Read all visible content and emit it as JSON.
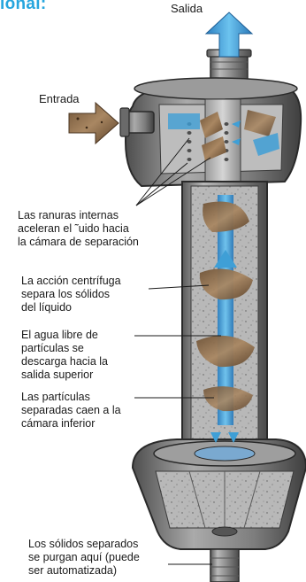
{
  "heading": "ional:",
  "labels": {
    "salida": "Salida",
    "entrada": "Entrada",
    "ranuras": [
      "Las ranuras internas",
      "aceleran el ˜uido hacia",
      "la cámara de separación"
    ],
    "centrifuga": [
      "La acción centrífuga",
      "separa los sólidos",
      "del líquido"
    ],
    "agua": [
      "El agua libre de",
      "partículas se",
      "descarga hacia la",
      "salida superior"
    ],
    "particulas": [
      "Las partículas",
      "separadas caen a la",
      "cámara inferior"
    ],
    "solidos": [
      "Los sólidos separados",
      "se purgan aquí (puede",
      "ser automatizada)"
    ]
  },
  "colors": {
    "accent": "#27a6de",
    "flow_blue": "#3f9fd6",
    "sediment": "#8a6a4a",
    "body_gray": "#8c8c8c"
  },
  "icons": [
    "outlet-arrow-icon",
    "inlet-arrow-icon",
    "spiral-flow-icon"
  ]
}
